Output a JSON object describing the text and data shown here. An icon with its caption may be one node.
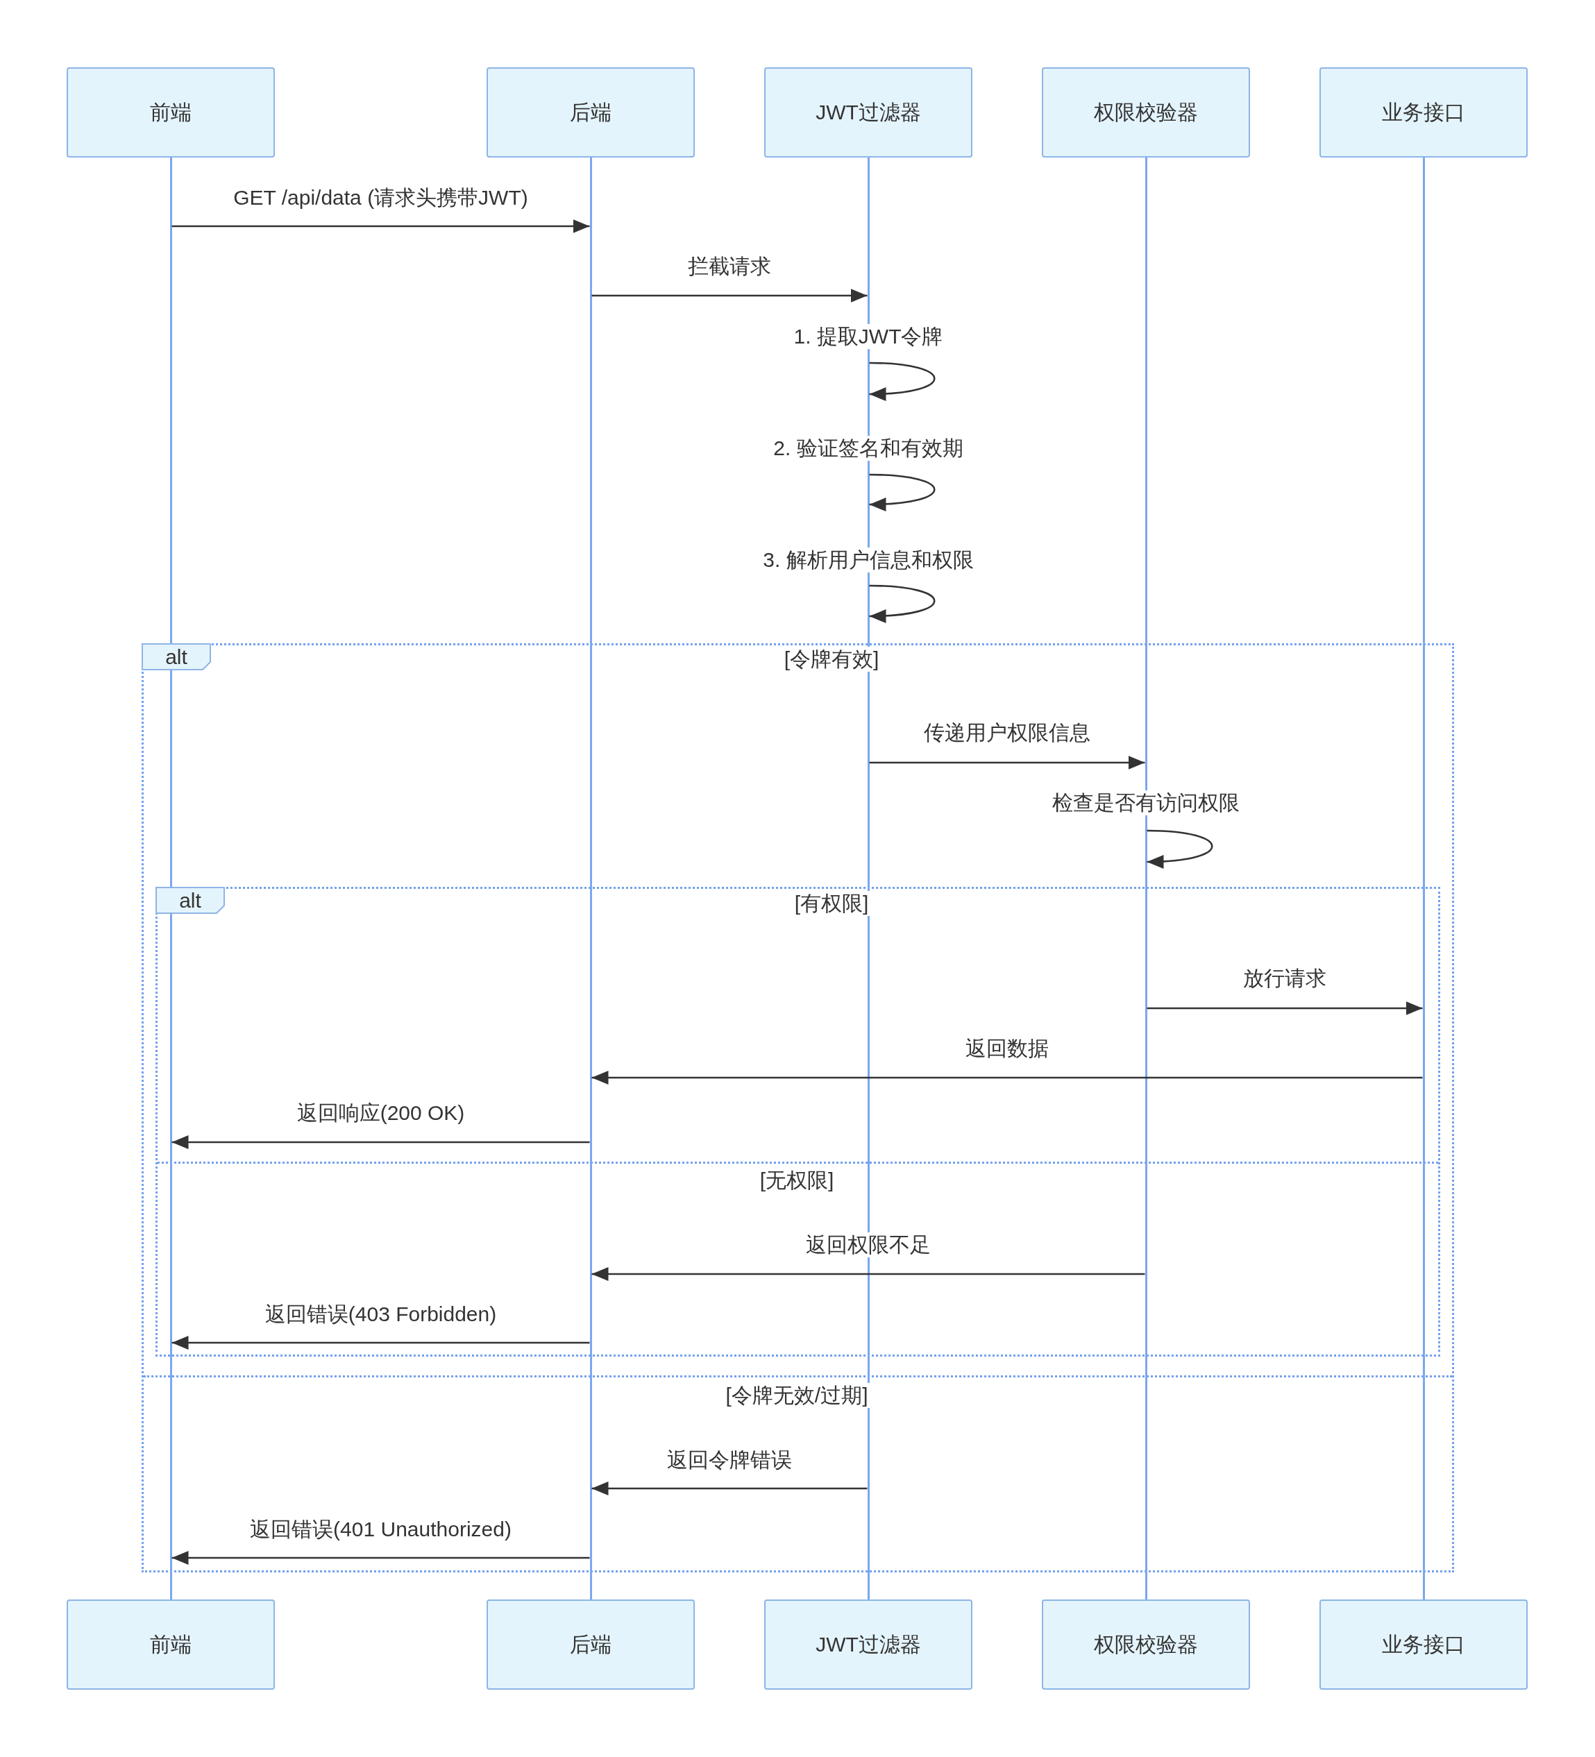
{
  "diagram": {
    "nodes": [
      {
        "text": [
          "前端"
        ]
      },
      {
        "text": [
          "后端"
        ]
      },
      {
        "text": [
          "JWT过滤器"
        ]
      },
      {
        "text": [
          "权限校验器"
        ]
      },
      {
        "text": [
          "业务接口"
        ]
      },
      {
        "text": [],
        "shape": "line"
      },
      {
        "text": [],
        "shape": "line"
      },
      {
        "text": [],
        "shape": "line"
      },
      {
        "text": [],
        "shape": "line"
      },
      {
        "text": [],
        "shape": "line"
      },
      {
        "text": [
          "[令牌有效]",
          "[令牌无效/过期]"
        ]
      },
      {
        "text": [
          "alt"
        ],
        "in": 10
      },
      {
        "text": [
          "[有权限]",
          "[无权限]"
        ],
        "in": 10
      },
      {
        "text": [
          "alt"
        ],
        "in": 12
      },
      {
        "text": [
          "前端"
        ]
      },
      {
        "text": [
          "后端"
        ]
      },
      {
        "text": [
          "JWT过滤器"
        ]
      },
      {
        "text": [
          "权限校验器"
        ]
      },
      {
        "text": [
          "业务接口"
        ]
      }
    ],
    "edges": [
      {
        "from": 5,
        "to": 6,
        "arrow": "to",
        "label": "GET /api/data (请求头携带JWT)"
      },
      {
        "from": 6,
        "to": 7,
        "arrow": "to",
        "label": "拦截请求"
      },
      {
        "from": 7,
        "to": 7,
        "arrow": "to",
        "label": "1. 提取JWT令牌"
      },
      {
        "from": 7,
        "to": 7,
        "arrow": "to",
        "label": "2. 验证签名和有效期"
      },
      {
        "from": 7,
        "to": 7,
        "arrow": "to",
        "label": "3. 解析用户信息和权限"
      },
      {
        "from": 7,
        "to": 8,
        "arrow": "to",
        "label": "传递用户权限信息"
      },
      {
        "from": 8,
        "to": 8,
        "arrow": "to",
        "label": "检查是否有访问权限"
      },
      {
        "from": 8,
        "to": 9,
        "arrow": "to",
        "label": "放行请求"
      },
      {
        "from": 9,
        "to": 6,
        "arrow": "to",
        "label": "返回数据"
      },
      {
        "from": 6,
        "to": 5,
        "arrow": "to",
        "label": "返回响应(200 OK)"
      },
      {
        "from": 8,
        "to": 6,
        "arrow": "to",
        "label": "返回权限不足"
      },
      {
        "from": 6,
        "to": 5,
        "arrow": "to",
        "label": "返回错误(403 Forbidden)"
      },
      {
        "from": 7,
        "to": 6,
        "arrow": "to",
        "label": "返回令牌错误"
      },
      {
        "from": 6,
        "to": 5,
        "arrow": "to",
        "label": "返回错误(401 Unauthorized)"
      }
    ]
  }
}
